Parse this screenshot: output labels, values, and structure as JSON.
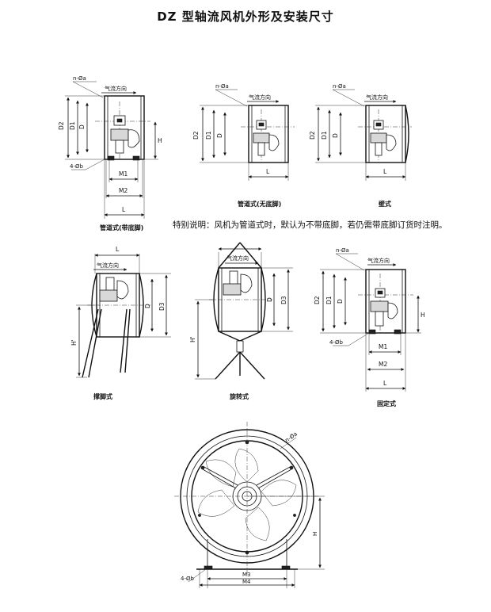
{
  "title": "DZ 型轴流风机外形及安装尺寸",
  "note": "特别说明：风机为管道式时，默认为不带底脚，若仍需带底脚订货时注明。",
  "labels": {
    "airflow": "气流方向",
    "holes_a": "n-Øa",
    "holes_b": "4-Øb",
    "d": "D",
    "d1": "D1",
    "d2": "D2",
    "d3": "D3",
    "h": "H",
    "h_prime": "H'",
    "l": "L",
    "m1": "M1",
    "m2": "M2",
    "m3": "M3",
    "m4": "M4",
    "n_a": "n-Øa"
  },
  "captions": {
    "duct_with_foot": "管道式(带底脚)",
    "duct_no_foot": "管道式(无底脚)",
    "wall": "壁式",
    "bracket": "撑脚式",
    "swivel": "旋转式",
    "fixed": "固定式"
  }
}
